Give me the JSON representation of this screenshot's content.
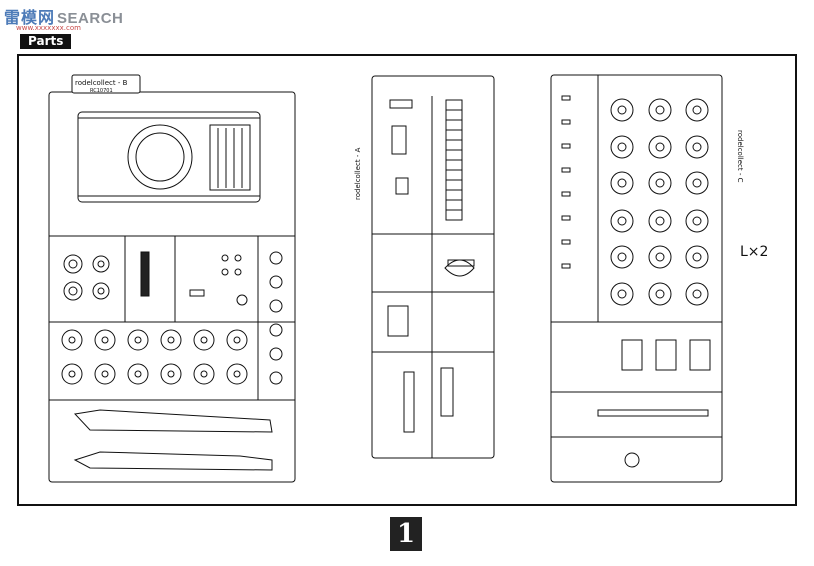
{
  "watermark": {
    "cn": "雷模网",
    "en": "SEARCH",
    "sub": "www.xxxxxxx.com"
  },
  "section_tag": "Parts",
  "sprue_b": {
    "brand": "rodelcollect - B",
    "code": "RC10701"
  },
  "sprue_a": {
    "brand": "rodelcollect - A"
  },
  "sprue_c": {
    "brand": "rodelcollect - C"
  },
  "multiplier": "L×2",
  "page_number": "1"
}
